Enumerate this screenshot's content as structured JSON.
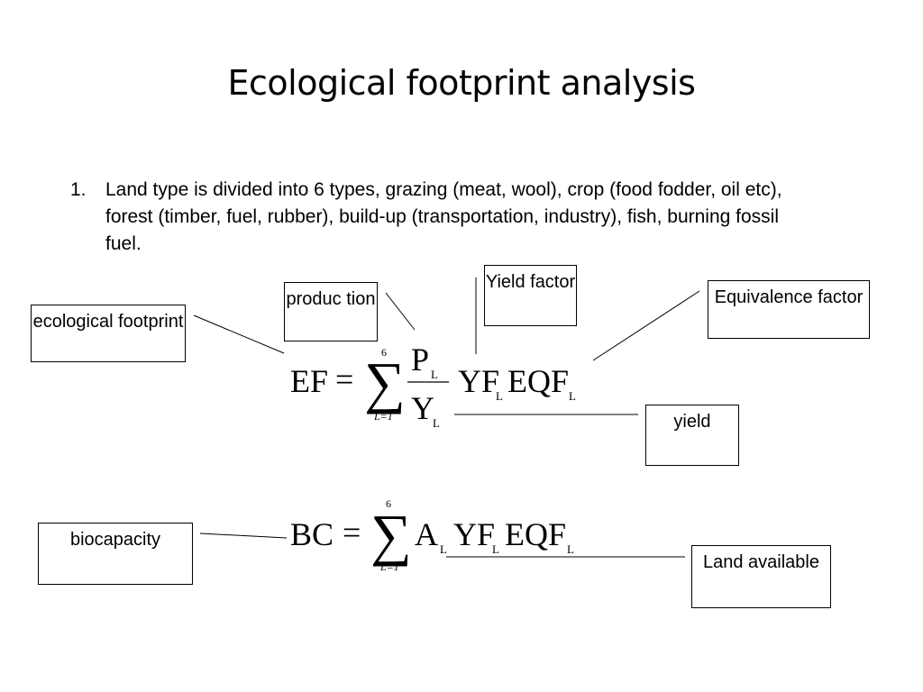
{
  "slide": {
    "title": "Ecological footprint analysis",
    "list_item": {
      "number": "1.",
      "text": "Land type is divided into 6 types, grazing (meat, wool), crop (food fodder, oil etc), forest (timber, fuel, rubber), build-up (transportation, industry), fish, burning fossil fuel."
    }
  },
  "labels": {
    "ecological_footprint": "ecological footprint",
    "production": "produc tion",
    "yield_factor": "Yield factor",
    "equivalence_factor": "Equivalence factor",
    "yield": "yield",
    "biocapacity": "biocapacity",
    "land_available": "Land available"
  },
  "equation_ef": {
    "lhs": "EF",
    "equals": "=",
    "sum_upper": "6",
    "sum_lower": "L=1",
    "numerator": "P",
    "numerator_sub": "L",
    "denominator": "Y",
    "denominator_sub": "L",
    "term1": "YF",
    "term1_sub": "L",
    "term2": "EQF",
    "term2_sub": "L"
  },
  "equation_bc": {
    "lhs": "BC",
    "equals": "=",
    "sum_upper": "6",
    "sum_lower": "L=1",
    "term0": "A",
    "term0_sub": "L",
    "term1": "YF",
    "term1_sub": "L",
    "term2": "EQF",
    "term2_sub": "L"
  }
}
